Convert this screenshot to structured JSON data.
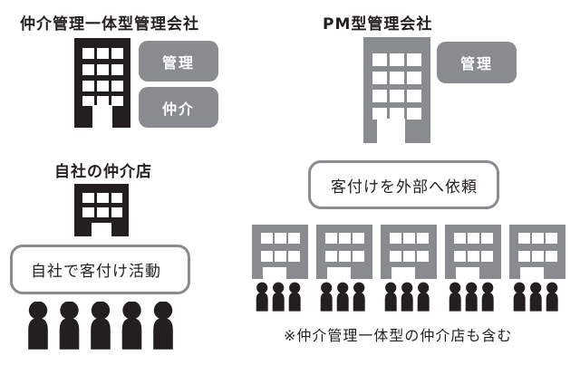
{
  "left_top": {
    "title": "仲介管理一体型管理会社",
    "tags": [
      "管理",
      "仲介"
    ],
    "building_color": "#231f20"
  },
  "left_bottom": {
    "title": "自社の仲介店",
    "bubble": "自社で客付け活動",
    "people_count": 5,
    "building_color": "#231f20"
  },
  "right_top": {
    "title": "PM型管理会社",
    "tags": [
      "管理"
    ],
    "building_color": "#8a8b8e"
  },
  "right_bottom": {
    "bubble": "客付けを外部へ依頼",
    "agency_count": 5,
    "people_per_agency": 3,
    "note": "※仲介管理一体型の仲介店も含む",
    "building_color": "#8a8b8e"
  },
  "colors": {
    "dark": "#231f20",
    "gray": "#8a8b8e"
  }
}
